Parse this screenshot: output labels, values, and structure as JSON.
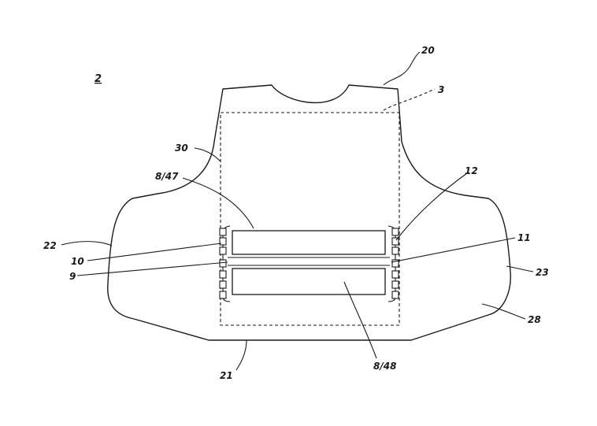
{
  "figure": {
    "number": "2",
    "labels": {
      "outline_top": "20",
      "inner_panel": "3",
      "panel_edge": "30",
      "upper_strap": "8/47",
      "lower_strap": "8/48",
      "right_upper_fastener": "12",
      "right_lower_fastener": "11",
      "left_fastener": "10",
      "left_gap": "9",
      "left_side": "22",
      "right_side": "23",
      "bottom_edge": "21",
      "right_body": "28"
    }
  }
}
